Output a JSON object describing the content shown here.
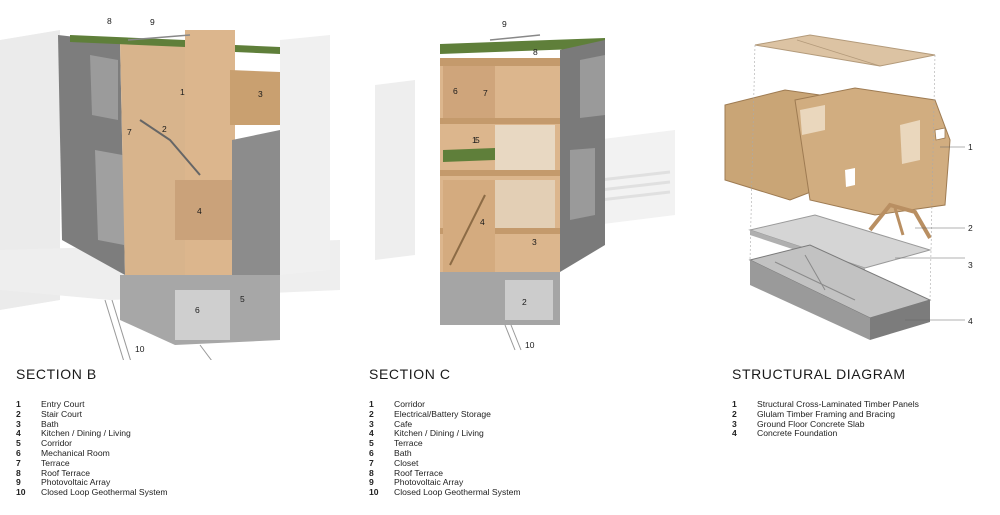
{
  "section_b": {
    "title": "SECTION B",
    "legend": [
      {
        "num": "1",
        "label": "Entry Court"
      },
      {
        "num": "2",
        "label": "Stair Court"
      },
      {
        "num": "3",
        "label": "Bath"
      },
      {
        "num": "4",
        "label": "Kitchen / Dining / Living"
      },
      {
        "num": "5",
        "label": "Corridor"
      },
      {
        "num": "6",
        "label": "Mechanical Room"
      },
      {
        "num": "7",
        "label": "Terrace"
      },
      {
        "num": "8",
        "label": "Roof Terrace"
      },
      {
        "num": "9",
        "label": "Photovoltaic Array"
      },
      {
        "num": "10",
        "label": "Closed Loop Geothermal System"
      }
    ],
    "callouts": [
      "1",
      "2",
      "3",
      "4",
      "5",
      "6",
      "7",
      "8",
      "9",
      "10"
    ]
  },
  "section_c": {
    "title": "SECTION C",
    "legend": [
      {
        "num": "1",
        "label": "Corridor"
      },
      {
        "num": "2",
        "label": "Electrical/Battery Storage"
      },
      {
        "num": "3",
        "label": "Cafe"
      },
      {
        "num": "4",
        "label": "Kitchen / Dining / Living"
      },
      {
        "num": "5",
        "label": "Terrace"
      },
      {
        "num": "6",
        "label": "Bath"
      },
      {
        "num": "7",
        "label": "Closet"
      },
      {
        "num": "8",
        "label": "Roof Terrace"
      },
      {
        "num": "9",
        "label": "Photovoltaic Array"
      },
      {
        "num": "10",
        "label": "Closed Loop Geothermal System"
      }
    ],
    "callouts": [
      "1",
      "2",
      "3",
      "4",
      "5",
      "6",
      "7",
      "8",
      "9",
      "10"
    ]
  },
  "structural": {
    "title": "STRUCTURAL DIAGRAM",
    "legend": [
      {
        "num": "1",
        "label": "Structural Cross-Laminated Timber Panels"
      },
      {
        "num": "2",
        "label": "Glulam Timber Framing and Bracing"
      },
      {
        "num": "3",
        "label": "Ground Floor Concrete Slab"
      },
      {
        "num": "4",
        "label": "Concrete Foundation"
      }
    ],
    "callouts": [
      "1",
      "2",
      "3",
      "4"
    ]
  },
  "colors": {
    "timber": "#d8b48c",
    "timber_dark": "#b98f62",
    "concrete": "#9a9a9a",
    "concrete_dark": "#6f6f6f",
    "cladding": "#8a8a8a",
    "green_roof": "#5f7f3a",
    "context": "#e6e6e6"
  }
}
